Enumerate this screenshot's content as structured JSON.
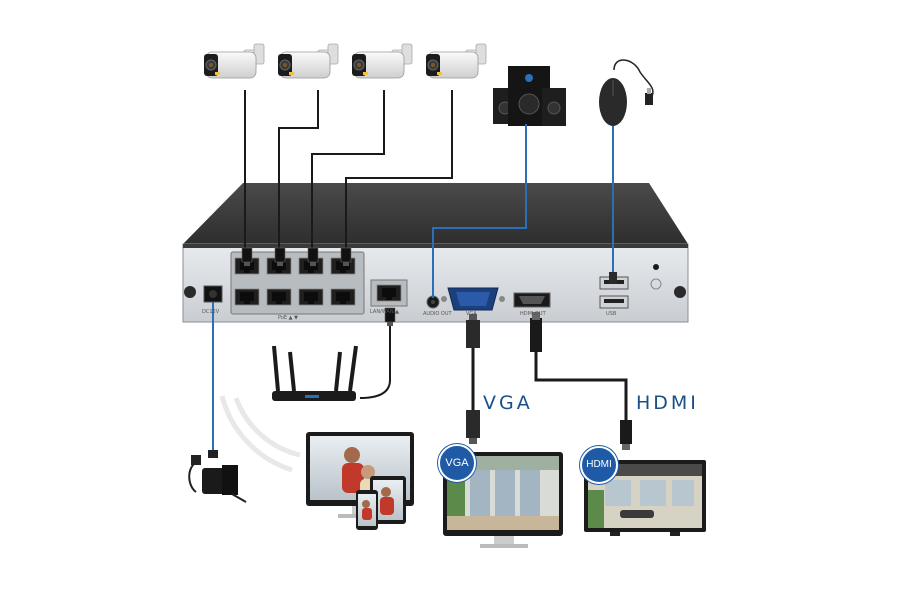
{
  "labels": {
    "vga": "VGA",
    "hdmi": "HDMI",
    "vga_badge": "VGA",
    "hdmi_badge": "HDMI"
  },
  "ports": {
    "dc": "DC12V",
    "poe": "PoE ▲ ▼",
    "lan": "LAN/WAN ▲",
    "audio": "AUDIO OUT",
    "vga": "VGA",
    "hdmi": "HDMI OUT",
    "usb": "USB"
  },
  "colors": {
    "cable_black": "#1a1a1a",
    "cable_blue": "#2b6fb8",
    "badge_blue": "#1f5aa6",
    "label_blue": "#1b4f8a",
    "nvr_top": "#3a3a3a",
    "nvr_panel": "#d9dde2"
  },
  "icons": [
    "camera-icon",
    "speaker-icon",
    "mouse-icon",
    "router-icon",
    "power-adapter-icon",
    "monitor-icon",
    "nvr-icon"
  ]
}
